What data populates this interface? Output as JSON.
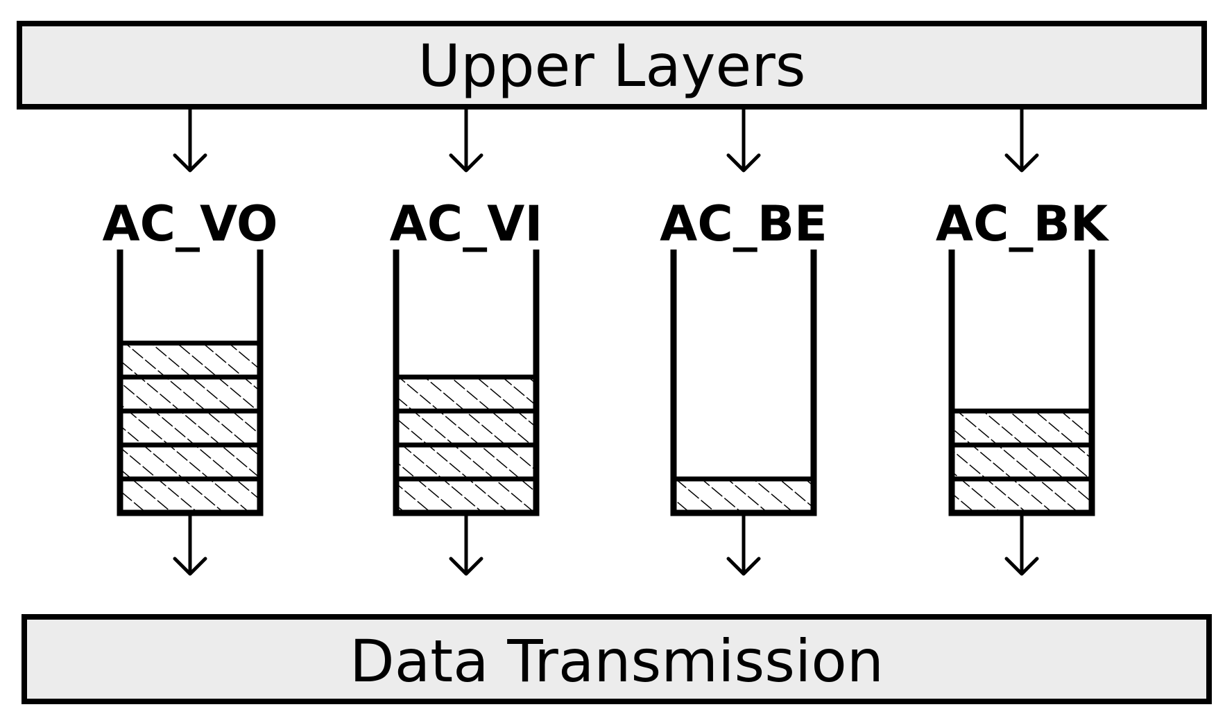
{
  "upper_layer": {
    "label": "Upper Layers",
    "fill": "#ececec"
  },
  "bottom_layer": {
    "label": "Data Transmission",
    "fill": "#ececec"
  },
  "queues": [
    {
      "label": "AC_VO",
      "filled_slots": 5
    },
    {
      "label": "AC_VI",
      "filled_slots": 4
    },
    {
      "label": "AC_BE",
      "filled_slots": 1
    },
    {
      "label": "AC_BK",
      "filled_slots": 3
    }
  ],
  "colors": {
    "stroke": "#000000",
    "background": "#ffffff",
    "hatch": "#000000"
  }
}
